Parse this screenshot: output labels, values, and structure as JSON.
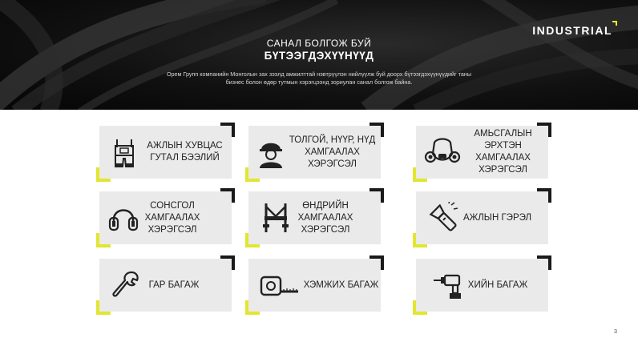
{
  "header": {
    "logo": "INDUSTRIAL",
    "title_line1": "САНАЛ БОЛГОЖ БУЙ",
    "title_line2": "БҮТЭЭГДЭХҮҮНҮҮД",
    "subtitle": "Орем Групп компанийн Монголын зах зээлд амжилттай нэвтрүүлэн нийлүүлж буй доорх бүтээгдэхүүнүүдийг таны бизнес болон өдөр тутмын хэрэгцээнд зориулан санал болгож байна."
  },
  "products": [
    {
      "label": "АЖЛЫН ХУВЦАС\nГУТАЛ БЭЭЛИЙ",
      "icon": "overalls-icon"
    },
    {
      "label": "ТОЛГОЙ, НҮҮР, НҮД\nХАМГААЛАХ ХЭРЭГСЭЛ",
      "icon": "helmet-worker-icon"
    },
    {
      "label": "АМЬСГАЛЫН  ЭРХТЭН\nХАМГААЛАХ  ХЭРЭГСЭЛ",
      "icon": "respirator-icon"
    },
    {
      "label": "СОНСГОЛ\nХАМГААЛАХ\nХЭРЭГСЭЛ",
      "icon": "earmuffs-icon"
    },
    {
      "label": "ӨНДРИЙН\nХАМГААЛАХ\nХЭРЭГСЭЛ",
      "icon": "safety-harness-icon"
    },
    {
      "label": "АЖЛЫН ГЭРЭЛ",
      "icon": "flashlight-icon"
    },
    {
      "label": "ГАР БАГАЖ",
      "icon": "wrench-icon"
    },
    {
      "label": "ХЭМЖИХ БАГАЖ",
      "icon": "tape-measure-icon"
    },
    {
      "label": "ХИЙН БАГАЖ",
      "icon": "power-drill-icon"
    }
  ],
  "page_number": "3",
  "colors": {
    "accent": "#e2e630",
    "dark": "#1a1a1a",
    "card": "#eaeaea"
  }
}
